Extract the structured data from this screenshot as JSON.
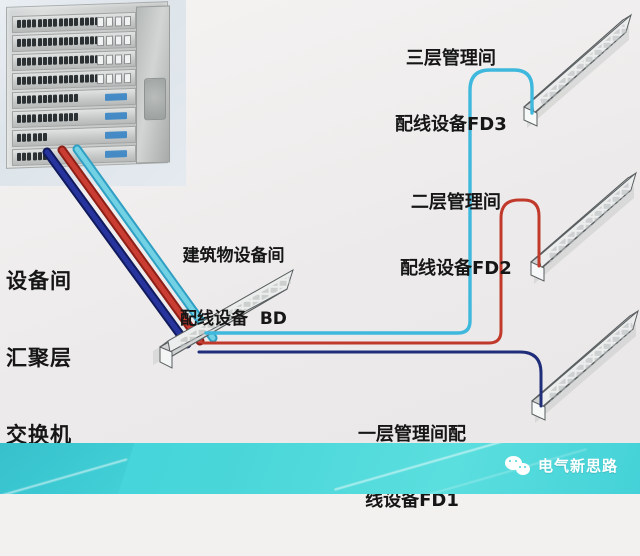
{
  "diagram": {
    "title_alt": "综合布线系统拓扑图",
    "background_color": "#efeeed",
    "banner_color": "#49d6d9"
  },
  "labels": {
    "device_room_switch": {
      "line1": "设备间",
      "line2": "汇聚层",
      "line3": "交换机"
    },
    "bd": {
      "line1": "建筑物设备间",
      "line2": "配线设备  BD"
    },
    "fd3": {
      "line1": "三层管理间",
      "line2": "配线设备FD3"
    },
    "fd2": {
      "line1": "二层管理间",
      "line2": "配线设备FD2"
    },
    "fd1": {
      "line1": "一层管理间配",
      "line2": "线设备FD1"
    }
  },
  "watermark": {
    "text": "电气新思路",
    "icon": "wechat-icon"
  },
  "cables": [
    {
      "name": "fd3-link",
      "color": "#3fb8dd",
      "target": "FD3"
    },
    {
      "name": "fd2-link",
      "color": "#c0392b",
      "target": "FD2"
    },
    {
      "name": "fd1-link",
      "color": "#1f2d7a",
      "target": "FD1"
    },
    {
      "name": "trunk-cyan",
      "color": "#5fc6e0",
      "target": "BD"
    },
    {
      "name": "trunk-red",
      "color": "#c0392b",
      "target": "BD"
    },
    {
      "name": "trunk-blue",
      "color": "#1f2d7a",
      "target": "BD"
    }
  ],
  "equipment": [
    {
      "name": "aggregation-switch",
      "type": "photo"
    },
    {
      "name": "bd-patch-panel",
      "type": "patch-panel"
    },
    {
      "name": "fd3-patch-panel",
      "type": "patch-panel"
    },
    {
      "name": "fd2-patch-panel",
      "type": "patch-panel"
    },
    {
      "name": "fd1-patch-panel",
      "type": "patch-panel"
    }
  ]
}
